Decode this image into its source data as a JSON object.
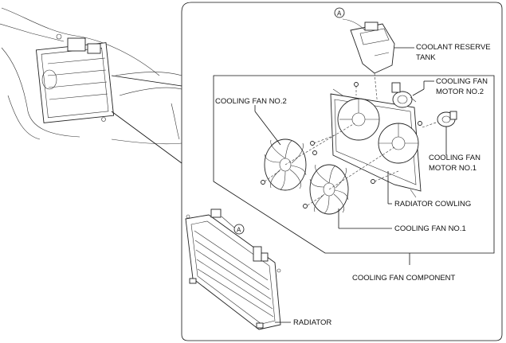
{
  "labels": {
    "coolant_reserve_tank_line1": "COOLANT RESERVE",
    "coolant_reserve_tank_line2": "TANK",
    "cooling_fan_motor_no2_line1": "COOLING FAN",
    "cooling_fan_motor_no2_line2": "MOTOR NO.2",
    "cooling_fan_no2": "COOLING FAN NO.2",
    "cooling_fan_motor_no1_line1": "COOLING FAN",
    "cooling_fan_motor_no1_line2": "MOTOR NO.1",
    "radiator_cowling": "RADIATOR COWLING",
    "cooling_fan_no1": "COOLING FAN NO.1",
    "cooling_fan_component": "COOLING FAN COMPONENT",
    "radiator": "RADIATOR",
    "callout_a_top": "A",
    "callout_a_bottom": "A"
  }
}
